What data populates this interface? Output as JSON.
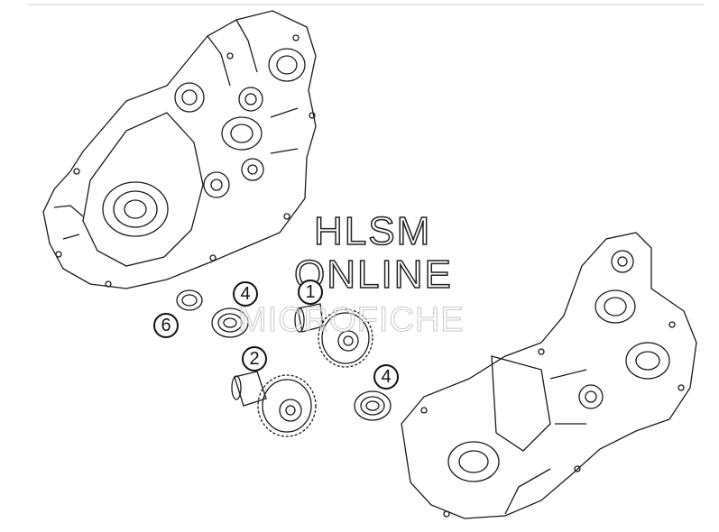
{
  "diagram": {
    "watermark": {
      "line1": "HLSM",
      "line2": "ONLINE",
      "line3": "MICROFICHE"
    },
    "callouts": [
      {
        "id": "callout-1",
        "label": "1"
      },
      {
        "id": "callout-2",
        "label": "2"
      },
      {
        "id": "callout-4-upper",
        "label": "4"
      },
      {
        "id": "callout-4-lower",
        "label": "4"
      },
      {
        "id": "callout-6",
        "label": "6"
      }
    ],
    "line_color": "#1a1a1a",
    "background": "#ffffff"
  }
}
